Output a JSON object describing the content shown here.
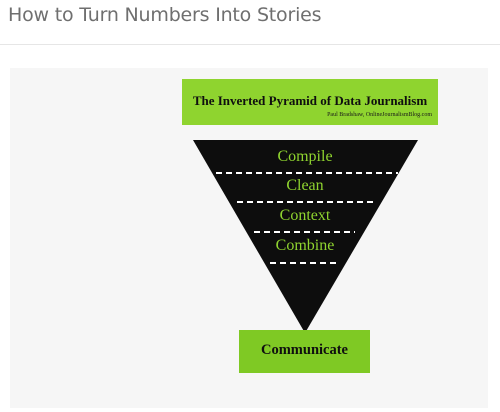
{
  "page": {
    "title": "How to Turn Numbers Into Stories"
  },
  "slide": {
    "header": {
      "title": "The Inverted Pyramid of Data Journalism",
      "credit": "Paul Bradshaw, OnlineJournalismBlog.com"
    },
    "stages": [
      {
        "label": "Compile"
      },
      {
        "label": "Clean"
      },
      {
        "label": "Context"
      },
      {
        "label": "Combine"
      }
    ],
    "result": {
      "label": "Communicate"
    }
  },
  "colors": {
    "accent_green": "#8fd42f",
    "pyramid_fill": "#0d0d0d",
    "divider": "#ffffff",
    "title_gray": "#6f6f6f"
  }
}
